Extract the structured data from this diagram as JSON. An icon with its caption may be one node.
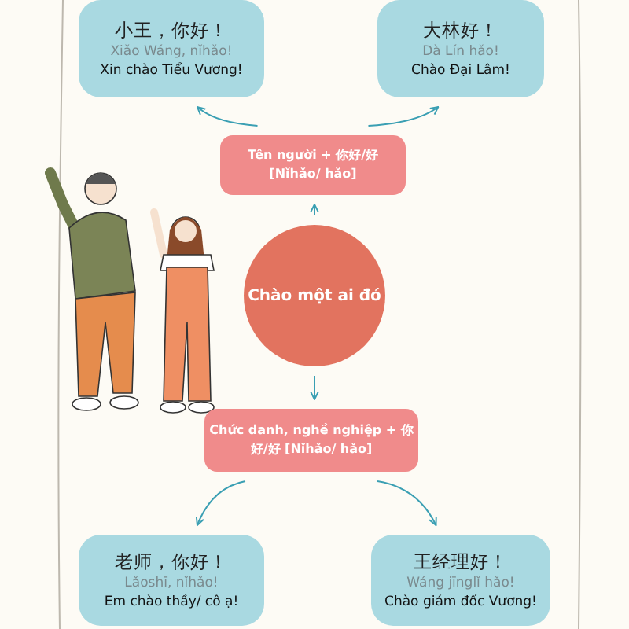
{
  "diagram": {
    "nodes": [
      {
        "text": [
          "小王，你好！",
          "Xiǎo Wáng, nǐhǎo!",
          "Xin chào Tiểu Vương!"
        ]
      },
      {
        "text": [
          "大林好！",
          "Dà Lín hǎo!",
          "Chào Đại Lâm!"
        ]
      },
      {
        "text": [
          "Tên người + 你好/好 [Nǐhǎo/ hǎo]"
        ]
      },
      {
        "text": [
          "Chào một ai đó"
        ]
      },
      {
        "text": [
          "Chức danh, nghề nghiệp + 你好/好 [Nǐhǎo/ hǎo]"
        ]
      },
      {
        "text": [
          "老师，你好！",
          "Lǎoshī, nǐhǎo!",
          "Em chào thầy/ cô ạ!"
        ]
      },
      {
        "text": [
          "王经理好！",
          "Wáng jīnglǐ hǎo!",
          "Chào giám đốc Vương!"
        ]
      }
    ],
    "edges": [
      {
        "from": 3,
        "to": 2,
        "arrow": "to"
      },
      {
        "from": 2,
        "to": 0,
        "arrow": "to"
      },
      {
        "from": 2,
        "to": 1,
        "arrow": "to"
      },
      {
        "from": 3,
        "to": 4,
        "arrow": "to"
      },
      {
        "from": 4,
        "to": 5,
        "arrow": "to"
      },
      {
        "from": 4,
        "to": 6,
        "arrow": "to"
      }
    ]
  }
}
